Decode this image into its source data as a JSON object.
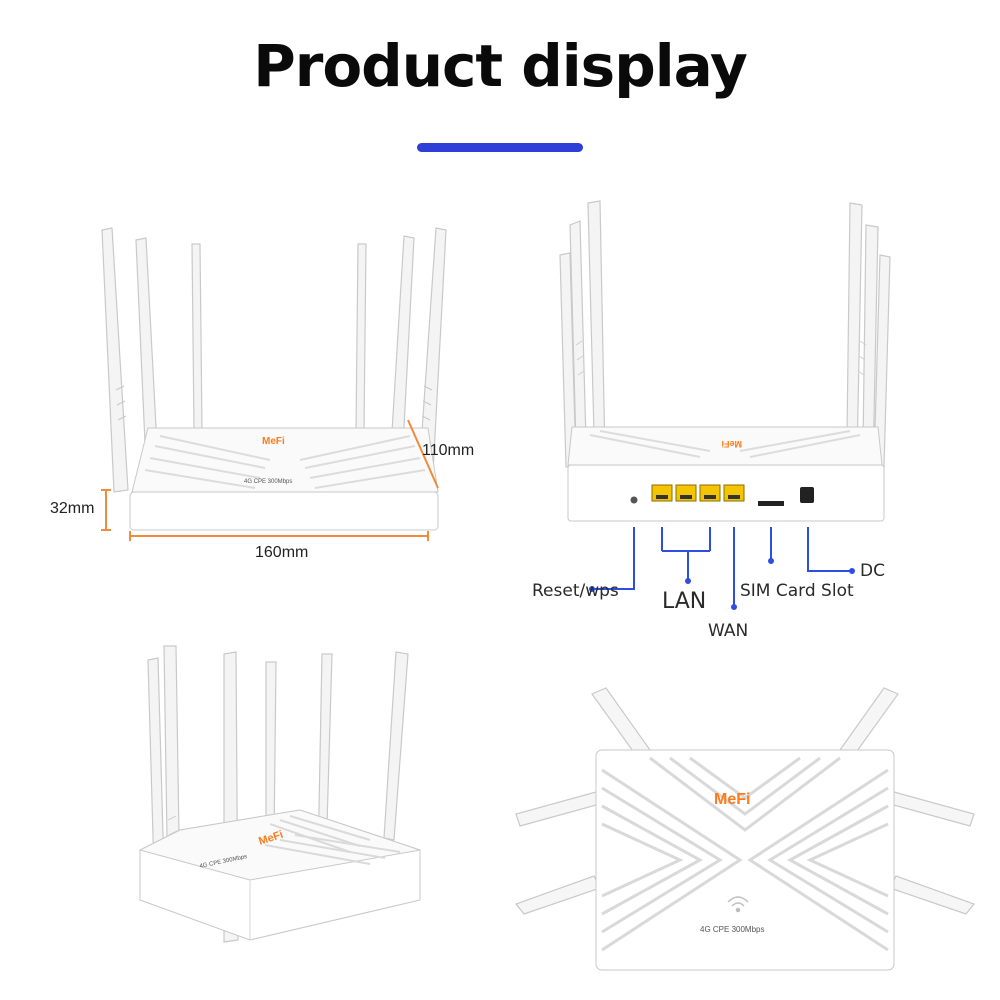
{
  "header": {
    "title": "Product display",
    "accent_color": "#2d3fd6"
  },
  "dimensions": {
    "depth": "110mm",
    "height": "32mm",
    "width": "160mm",
    "marker_color": "#f08a3c"
  },
  "rear_ports": {
    "callouts": {
      "reset": "Reset/wps",
      "lan": "LAN",
      "wan": "WAN",
      "sim": "SIM Card Slot",
      "dc": "DC"
    },
    "connector_color": "#2d4fe0",
    "port_color": "#f5c400"
  },
  "brand": {
    "logo_text": "MeFi",
    "model_text": "4G CPE 300Mbps",
    "logo_color": "#ff7a1a"
  },
  "product": {
    "body_color": "#ffffff",
    "stripe_color": "#d9d9d9",
    "antenna_color": "#f4f4f4"
  }
}
